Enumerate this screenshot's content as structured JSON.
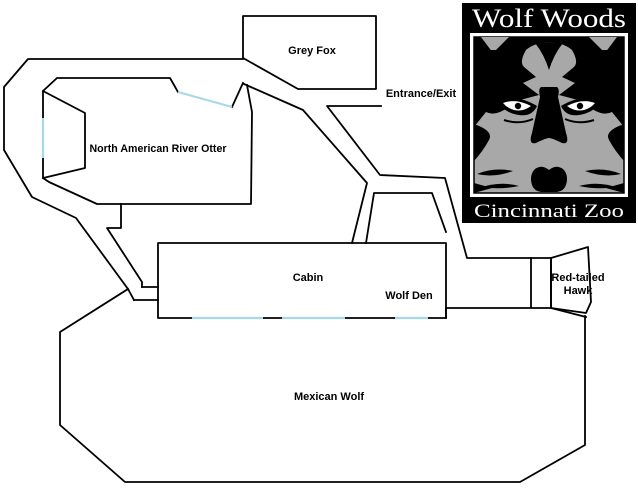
{
  "page": {
    "background": "#ffffff"
  },
  "colors": {
    "line": "#000000",
    "viewing_window": "#a6d9e7",
    "logo_bg": "#000000",
    "logo_text": "#ffffff",
    "logo_face_gray": "#a8a8a8"
  },
  "labels": {
    "grey_fox": "Grey Fox",
    "entrance": "Entrance/Exit",
    "river_otter": "North American River Otter",
    "cabin": "Cabin",
    "wolf_den": "Wolf Den",
    "red_tailed_hawk_lines": [
      "Red-tailed",
      "Hawk"
    ],
    "mexican_wolf": "Mexican Wolf"
  },
  "logo": {
    "title": "Wolf Woods",
    "subtitle": "Cincinnati Zoo"
  }
}
